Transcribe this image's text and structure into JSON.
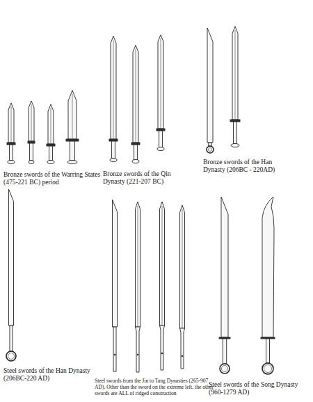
{
  "diagram": {
    "labels": [
      "Bronze swords of the Warring States (475-221 BC) period",
      "Bronze swords of the Qin Dynasty (221-207 BC)",
      "Bronze swords of the Han Dynasty (206BC - 220AD)",
      "Steel swords of the Han Dynasty (206BC-220 AD)",
      "Steel swords from the Jin to Tang Dynasties (265-907 AD). Other than the sword on the extreme left, the other swords are ALL of ridged construction",
      "Steel swords of the Song Dynasty (960-1279 AD)"
    ]
  }
}
